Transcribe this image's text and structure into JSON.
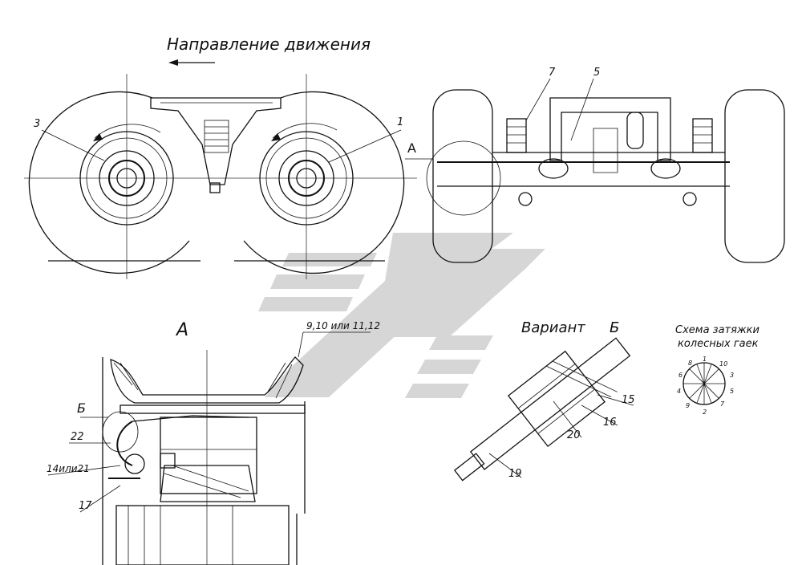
{
  "title": "Направление движения",
  "view_a_letter": "А",
  "section_a_title": "А",
  "variant_title": "Вариант",
  "variant_letter": "Б",
  "section_b_letter": "Б",
  "tightening": {
    "title_line1": "Схема затяжки",
    "title_line2": "колесных гаек",
    "numbers": [
      "1",
      "10",
      "3",
      "5",
      "7",
      "2",
      "9",
      "4",
      "6",
      "8"
    ]
  },
  "callouts": {
    "c1": "1",
    "c3": "3",
    "c5": "5",
    "c7": "7",
    "c9_12": "9,10 или 11,12",
    "c22": "22",
    "c14_21": "14или21",
    "c17": "17",
    "c15": "15",
    "c16": "16",
    "c20": "20",
    "c19": "19"
  },
  "colors": {
    "line": "#111111",
    "watermark": "#c8c8c8"
  }
}
